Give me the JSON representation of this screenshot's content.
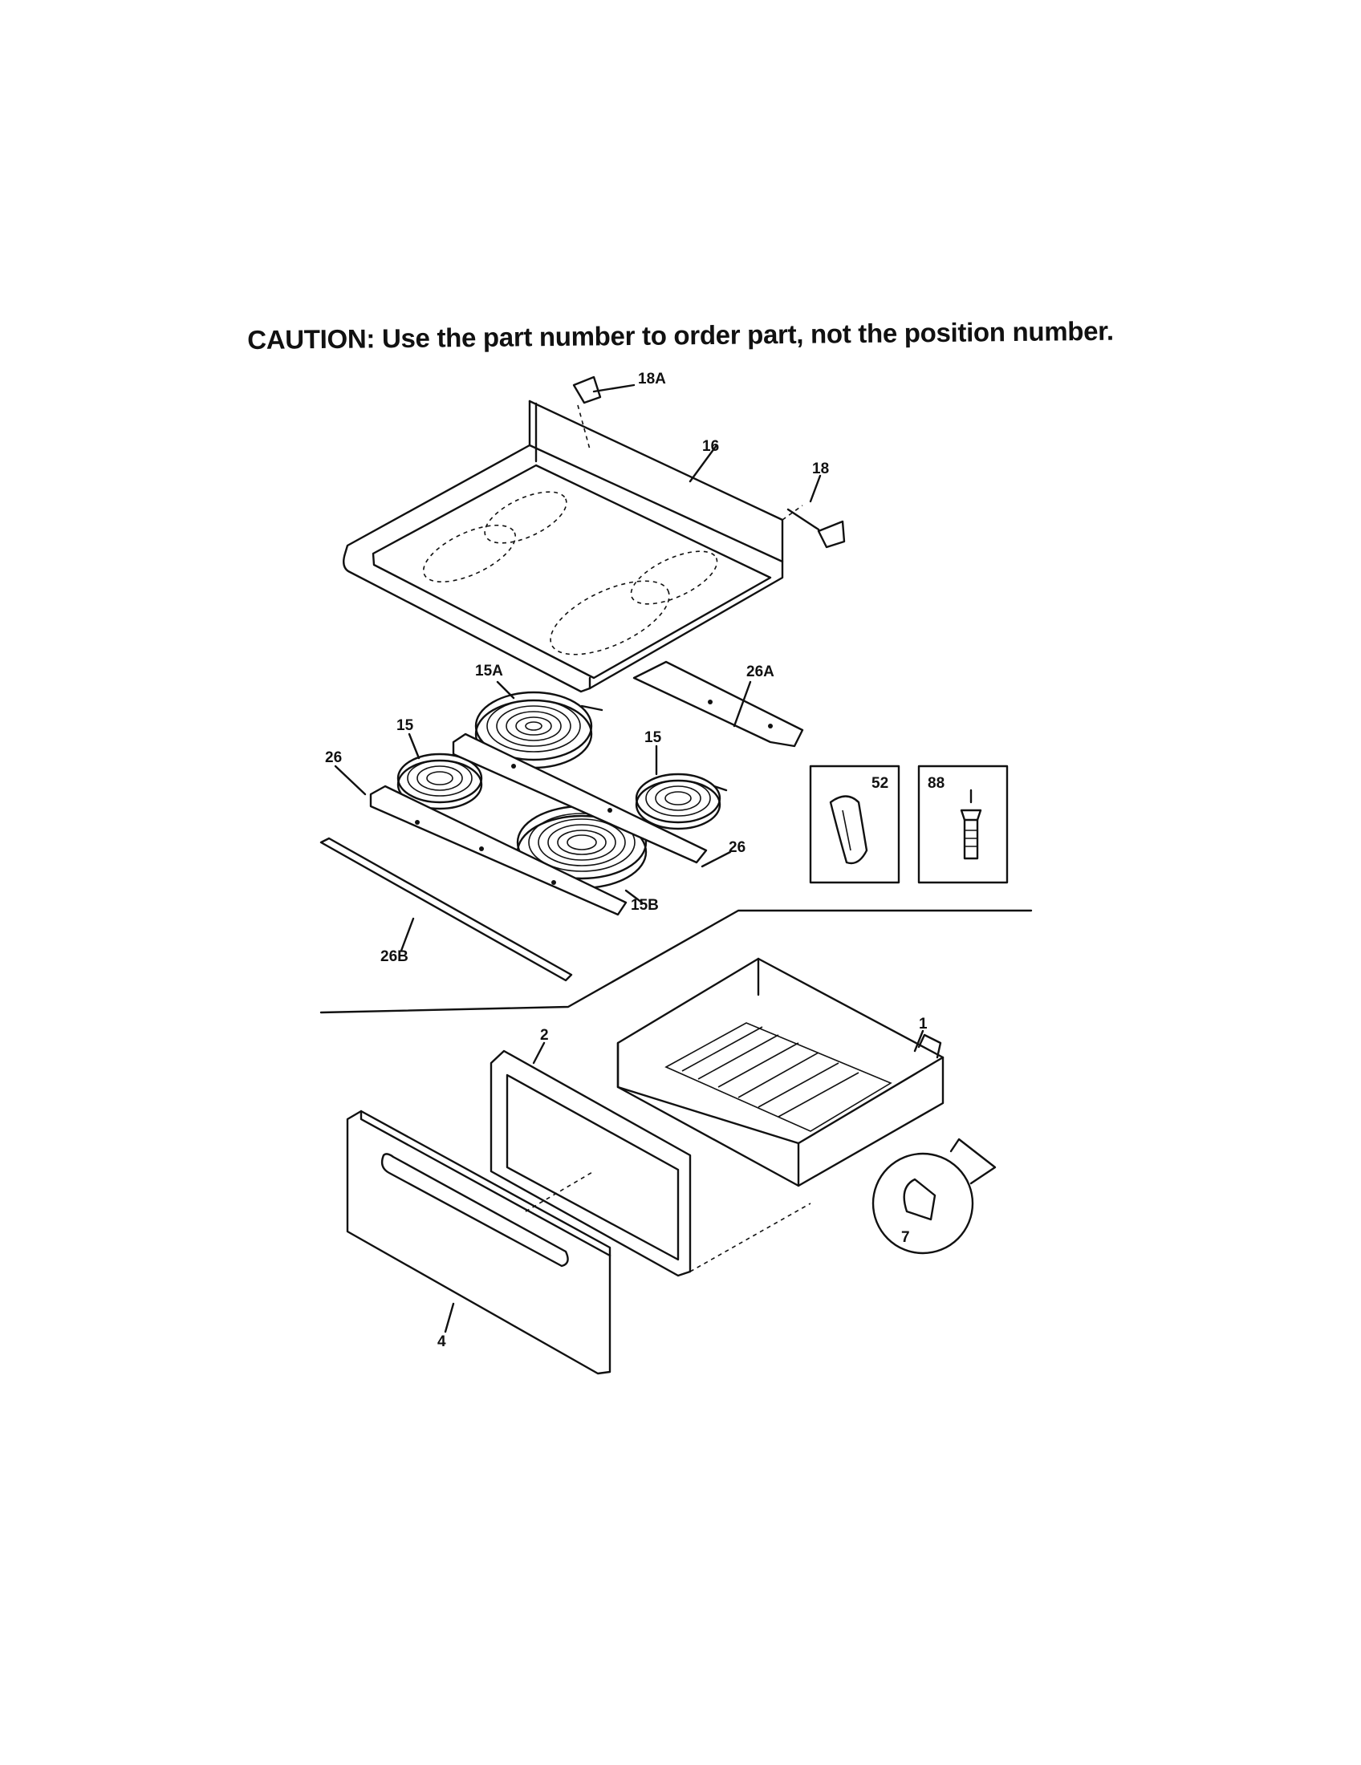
{
  "caption": "CAUTION: Use the part number to order part, not the position number.",
  "labels": {
    "p18A": "18A",
    "p16": "16",
    "p18": "18",
    "p15A": "15A",
    "p26A": "26A",
    "p15_left": "15",
    "p15_right": "15",
    "p26_left": "26",
    "p26_right": "26",
    "p15B": "15B",
    "p26B": "26B",
    "p52": "52",
    "p88": "88",
    "p1": "1",
    "p2": "2",
    "p4": "4",
    "p7": "7"
  }
}
